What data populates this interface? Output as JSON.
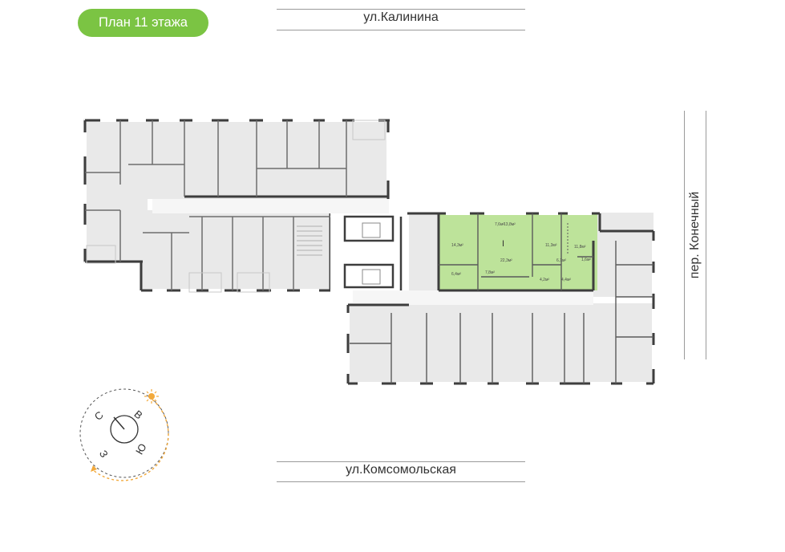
{
  "header": {
    "floor_label": "План 11 этажа"
  },
  "streets": {
    "top": "ул.Калинина",
    "bottom": "ул.Комсомольская",
    "right": "пер. Конечный"
  },
  "colors": {
    "accent": "#7bc443",
    "apartment_highlight": "#bde39a",
    "room": "#e9e9e9",
    "wall": "#3d3d3d",
    "sun": "#f2a93b"
  },
  "apartment": {
    "rooms_label": "I",
    "areas": [
      "7,6",
      "13,8",
      "14,3",
      "22,3",
      "7,8",
      "6,4",
      "11,3",
      "6,1",
      "4,2",
      "4,4",
      "11,8",
      "1,6"
    ],
    "unit": "м²"
  },
  "compass": {
    "north": "С",
    "east": "В",
    "south": "Ю",
    "west": "З",
    "sun_icon": "sun-icon"
  }
}
